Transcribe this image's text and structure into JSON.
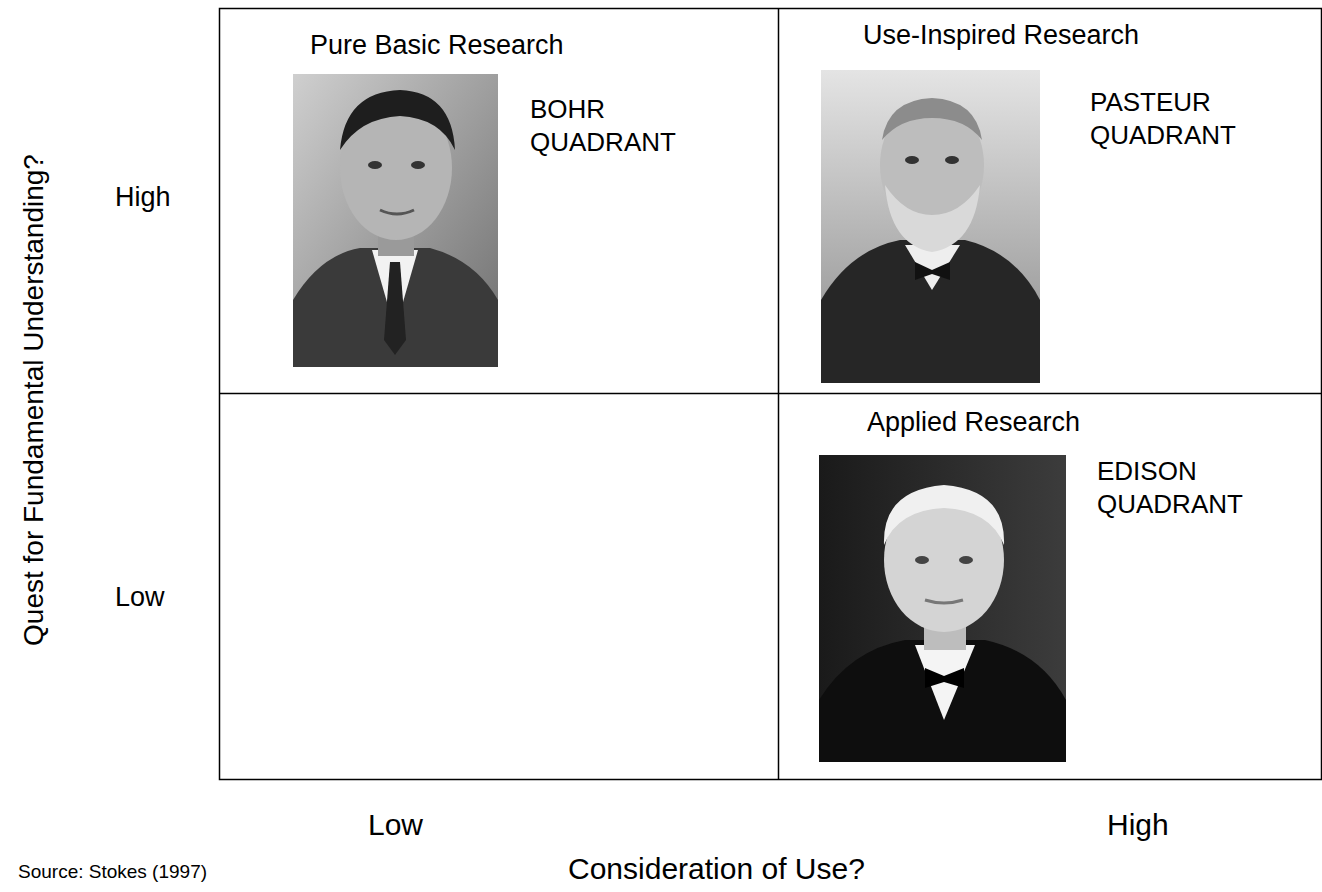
{
  "diagram": {
    "nodes": [
      {
        "text": [
          "Pure Basic Research",
          "BOHR QUADRANT"
        ]
      },
      {
        "text": [
          "Use-Inspired Research",
          "PASTEUR QUADRANT"
        ]
      },
      {
        "text": [
          "Applied Research",
          "EDISON QUADRANT"
        ]
      }
    ],
    "labels": [
      "Quest for Fundamental Understanding?",
      "High",
      "Low",
      "Low",
      "High",
      "Consideration of Use?",
      "Source: Stokes (1997)"
    ]
  }
}
